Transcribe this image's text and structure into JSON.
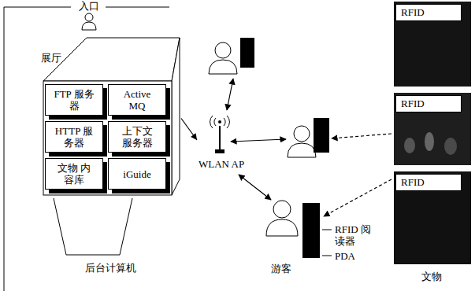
{
  "diagram": {
    "nodes": [
      {
        "text": [
          "后台计算机"
        ]
      },
      {
        "text": [
          "FTP 服务器"
        ],
        "in": 0
      },
      {
        "text": [
          "Active MQ"
        ],
        "in": 0
      },
      {
        "text": [
          "HTTP 服务器"
        ],
        "in": 0
      },
      {
        "text": [
          "上下文 服务器"
        ],
        "in": 0
      },
      {
        "text": [
          "文物 内容库"
        ],
        "in": 0
      },
      {
        "text": [
          "iGuide"
        ],
        "in": 0
      },
      {
        "text": [
          "WLAN AP"
        ]
      },
      {
        "text": [
          "RFID"
        ]
      },
      {
        "text": [
          "RFID"
        ]
      },
      {
        "text": [
          "RFID"
        ]
      }
    ],
    "edges": [
      {
        "from": 0,
        "to": 7,
        "arrow": "to"
      }
    ],
    "labels": [
      "入口",
      "展厅",
      "RFID 阅读器",
      "PDA",
      "游客",
      "文物"
    ]
  }
}
